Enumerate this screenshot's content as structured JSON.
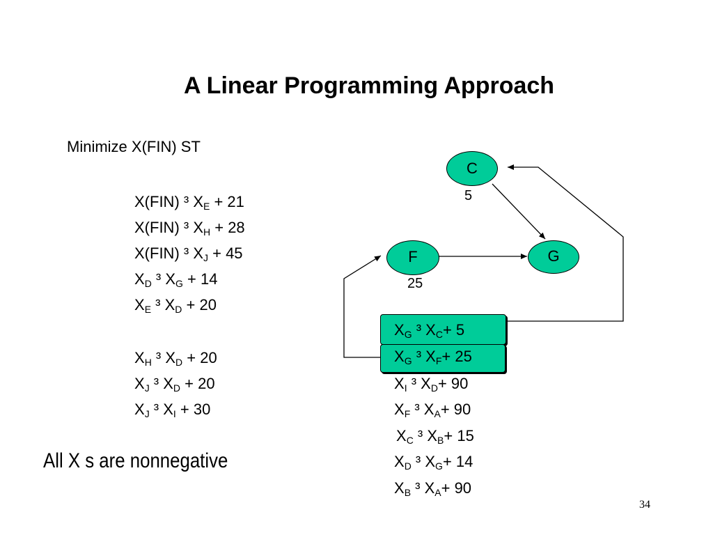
{
  "title": "A Linear Programming Approach",
  "objective": "Minimize X(FIN) ST",
  "left_constraints": [
    [
      {
        "t": "X(FIN) ³ X"
      },
      {
        "s": "E"
      },
      {
        "t": " + 21"
      }
    ],
    [
      {
        "t": "X(FIN) ³ X"
      },
      {
        "s": "H"
      },
      {
        "t": " + 28"
      }
    ],
    [
      {
        "t": "X(FIN) ³ X"
      },
      {
        "s": "J"
      },
      {
        "t": " +  45"
      }
    ],
    [
      {
        "t": "X"
      },
      {
        "s": "D"
      },
      {
        "t": " ³ X"
      },
      {
        "s": "G"
      },
      {
        "t": " +  14"
      }
    ],
    [
      {
        "t": "X"
      },
      {
        "s": "E"
      },
      {
        "t": " ³ X"
      },
      {
        "s": "D"
      },
      {
        "t": " +  20"
      }
    ],
    [
      {
        "t": "X"
      },
      {
        "s": "H"
      },
      {
        "t": " ³ X"
      },
      {
        "s": "D"
      },
      {
        "t": "  +  20"
      }
    ],
    [
      {
        "t": "X"
      },
      {
        "s": "J"
      },
      {
        "t": "  ³ X"
      },
      {
        "s": "D"
      },
      {
        "t": " +  20"
      }
    ],
    [
      {
        "t": "X"
      },
      {
        "s": "J"
      },
      {
        "t": " ³ X"
      },
      {
        "s": "I"
      },
      {
        "t": "   +  30"
      }
    ]
  ],
  "right_constraints": [
    [
      {
        "t": "X"
      },
      {
        "s": "G"
      },
      {
        "t": " ³ X"
      },
      {
        "s": "C"
      },
      {
        "t": "+ 5"
      }
    ],
    [
      {
        "t": "X"
      },
      {
        "s": "G"
      },
      {
        "t": " ³ X"
      },
      {
        "s": "F"
      },
      {
        "t": "+ 25"
      }
    ],
    [
      {
        "t": "X"
      },
      {
        "s": "I"
      },
      {
        "t": " ³ X"
      },
      {
        "s": "D"
      },
      {
        "t": "+ 90"
      }
    ],
    [
      {
        "t": "X"
      },
      {
        "s": "F"
      },
      {
        "t": " ³ X"
      },
      {
        "s": "A"
      },
      {
        "t": "+ 90"
      }
    ],
    [
      {
        "t": "X"
      },
      {
        "s": "C"
      },
      {
        "t": " ³  X"
      },
      {
        "s": "B"
      },
      {
        "t": "+ 15"
      }
    ],
    [
      {
        "t": "X"
      },
      {
        "s": "D"
      },
      {
        "t": " ³ X"
      },
      {
        "s": "G"
      },
      {
        "t": "+ 14"
      }
    ],
    [
      {
        "t": "X"
      },
      {
        "s": "B"
      },
      {
        "t": "  ³ X"
      },
      {
        "s": "A"
      },
      {
        "t": "+ 90"
      }
    ]
  ],
  "nonnegativity": "All X s are nonnegative",
  "nodes": {
    "c": {
      "label": "C",
      "duration": "5"
    },
    "f": {
      "label": "F",
      "duration": "25"
    },
    "g": {
      "label": "G"
    }
  },
  "colors": {
    "node_fill": "#00cc99",
    "highlight_fill": "#00cc99"
  },
  "page_number": "34"
}
